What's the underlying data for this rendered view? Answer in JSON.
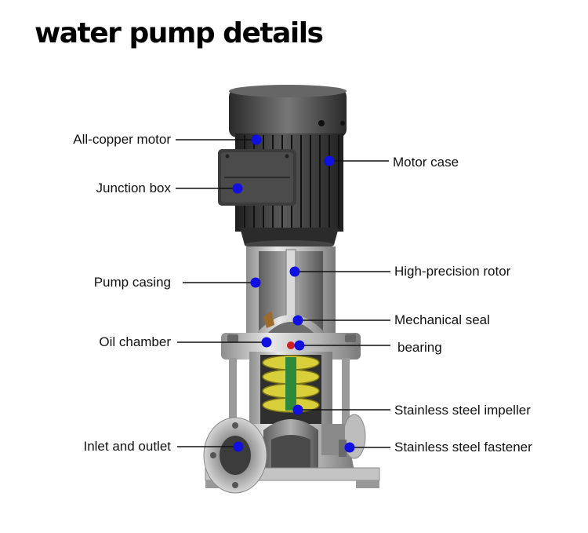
{
  "title": "water pump details",
  "colors": {
    "dot": "#1010e0",
    "line": "#111111",
    "impeller": "#d8cf3a",
    "metal_dark": "#3a3a3a",
    "metal_light": "#c8c8c8"
  },
  "labels": {
    "all_copper_motor": "All-copper motor",
    "junction_box": "Junction box",
    "pump_casing": "Pump casing",
    "oil_chamber": "Oil chamber",
    "inlet_outlet": "Inlet and outlet",
    "motor_case": "Motor case",
    "rotor": "High-precision rotor",
    "mechanical_seal": "Mechanical seal",
    "bearing": "bearing",
    "impeller": "Stainless steel impeller",
    "fastener": "Stainless steel fastener"
  }
}
